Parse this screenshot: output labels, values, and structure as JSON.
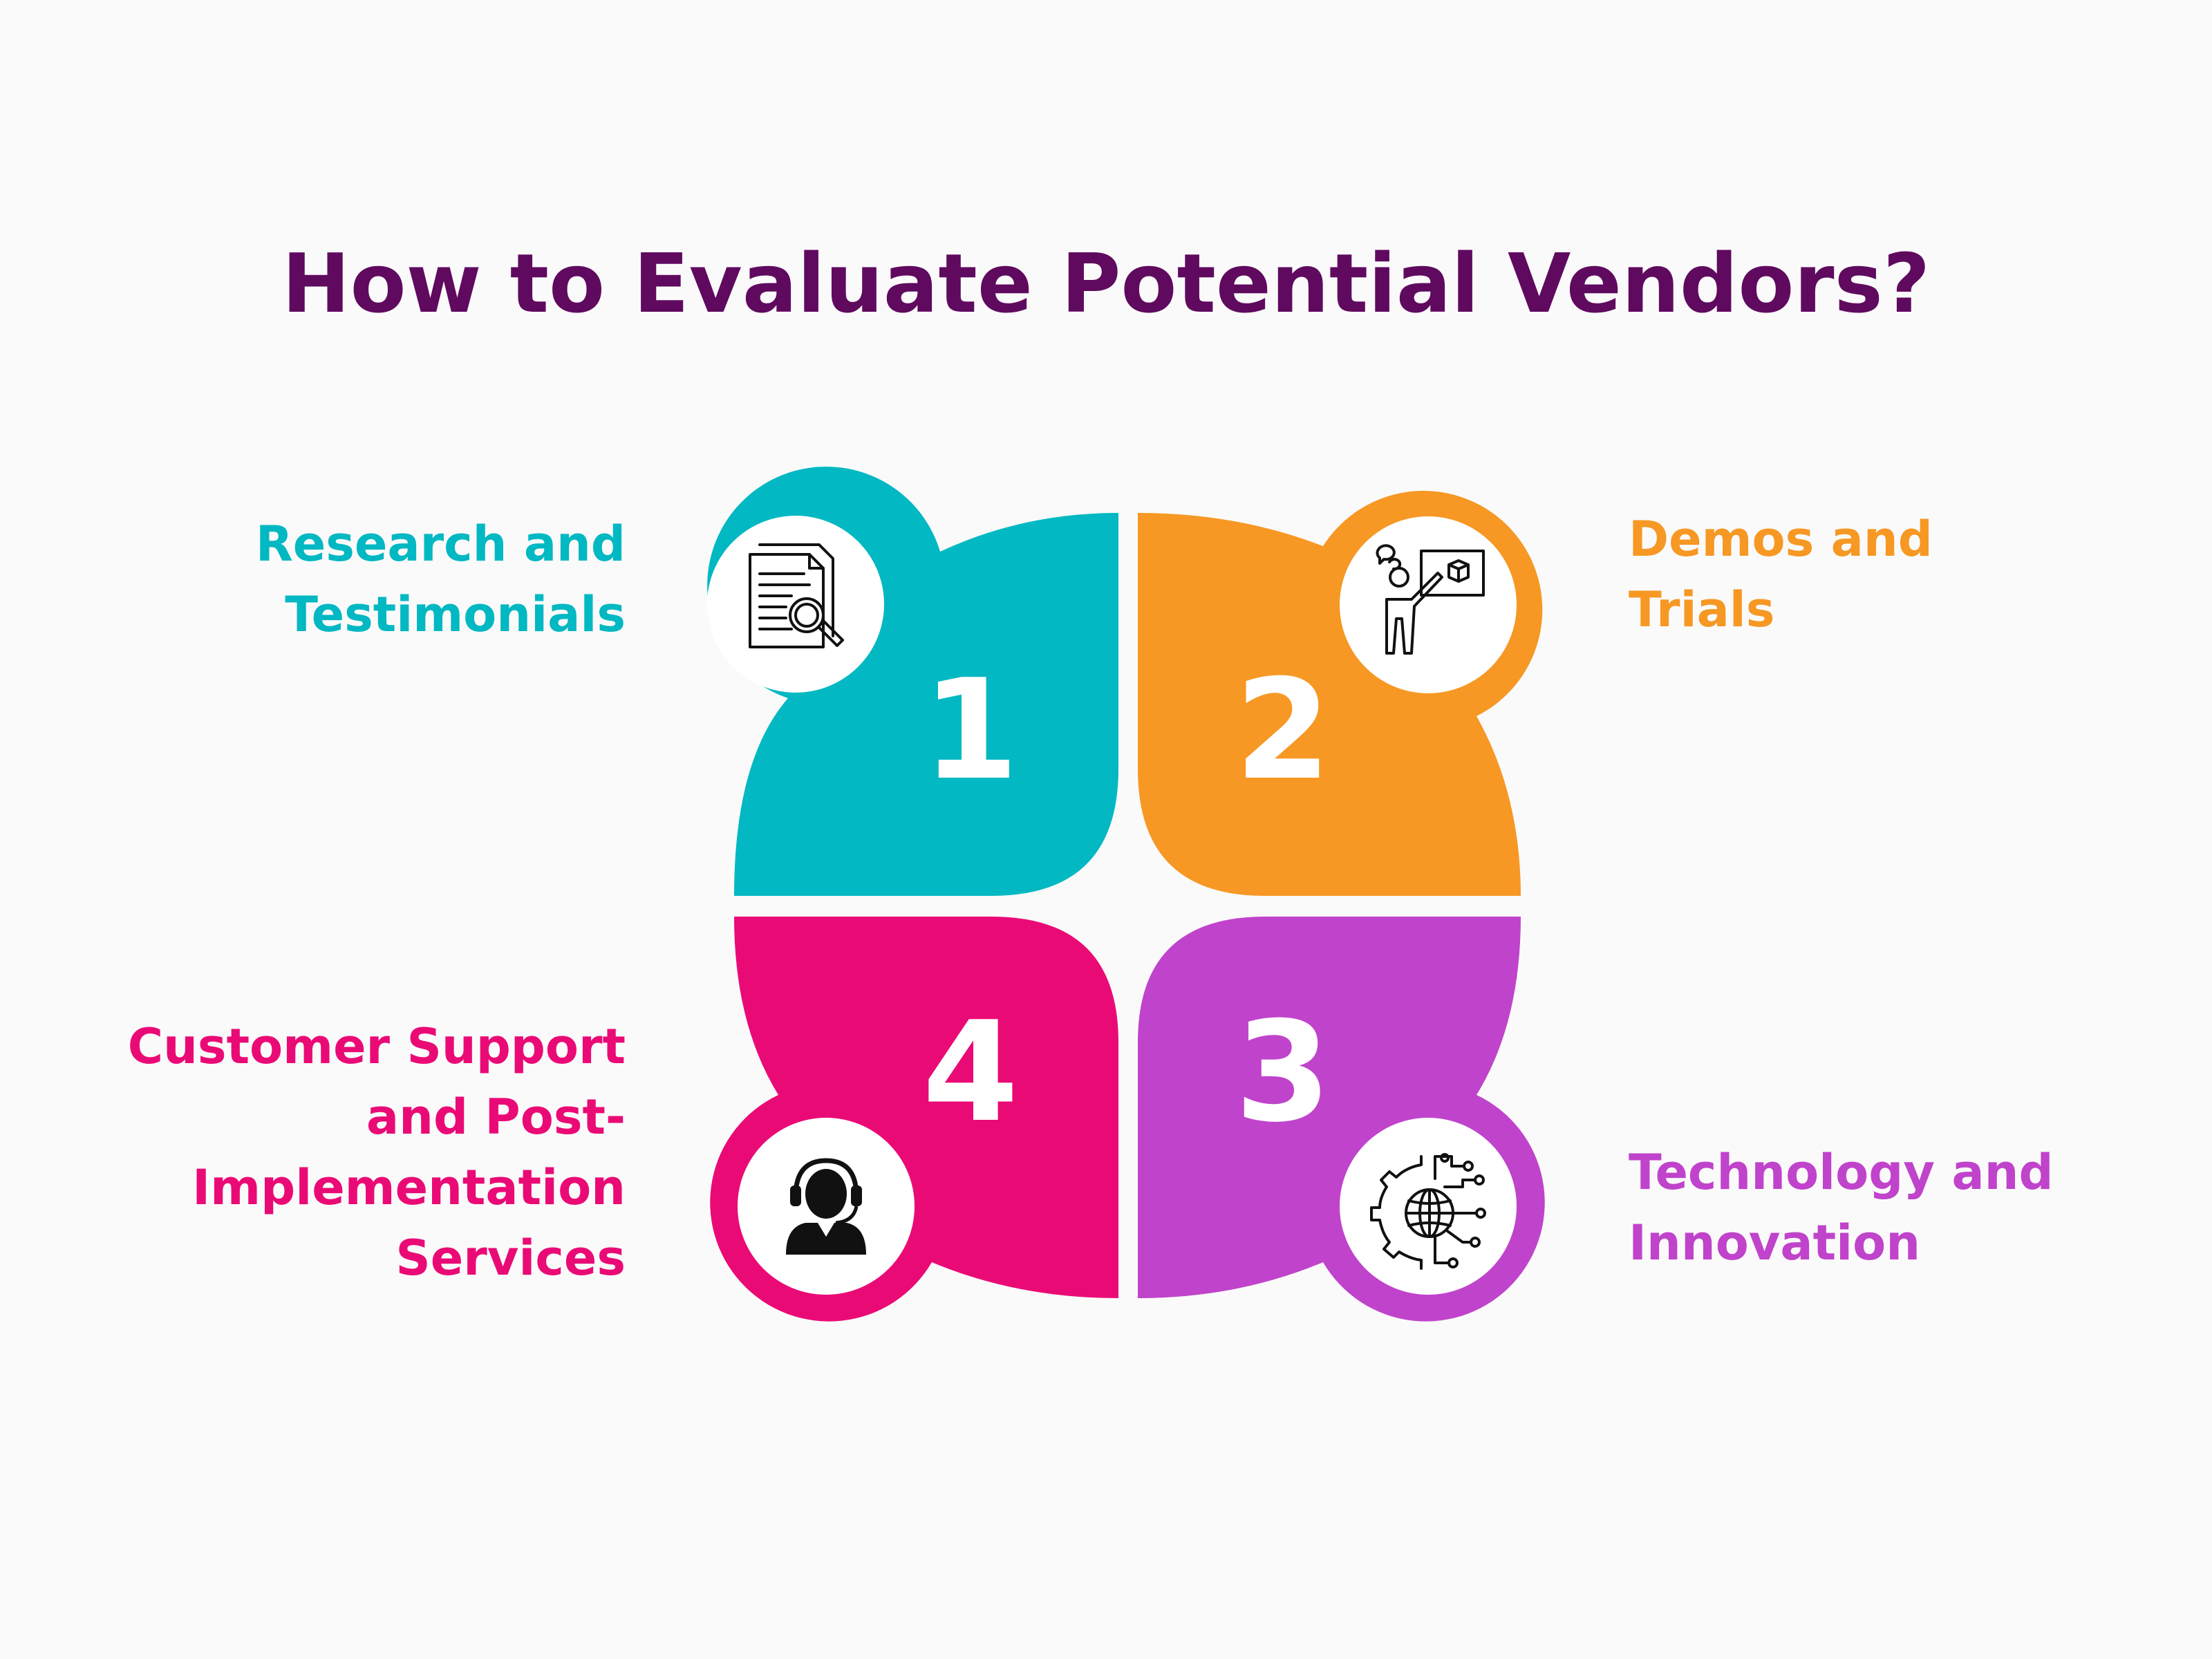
{
  "title": "How to Evaluate Potential Vendors?",
  "steps": [
    {
      "number": "1",
      "label": "Research and\nTestimonials",
      "color": "#02b8c2",
      "icon": "document-magnifier-icon"
    },
    {
      "number": "2",
      "label": "Demos and\nTrials",
      "color": "#f69823",
      "icon": "presenter-board-icon"
    },
    {
      "number": "3",
      "label": "Technology and\nInnovation",
      "color": "#c043cb",
      "icon": "gear-globe-circuit-icon"
    },
    {
      "number": "4",
      "label": "Customer Support\nand Post-\nImplementation\nServices",
      "color": "#ea0a76",
      "icon": "headset-agent-icon"
    }
  ]
}
